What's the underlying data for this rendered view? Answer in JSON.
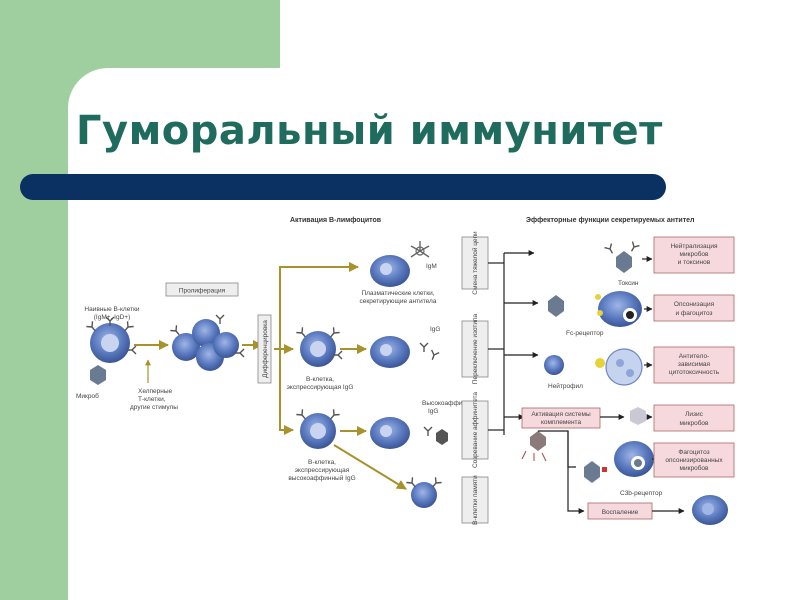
{
  "slide": {
    "title": "Гуморальный иммунитет"
  },
  "diagram": {
    "header_activation": "Активация В-лимфоцитов",
    "header_effector": "Эффекторные функции секретируемых антител",
    "proliferation": "Пролиферация",
    "differentiation": "Дифференцировка",
    "naive_b_cell": [
      "Наивные В-клетки",
      "(IgM+, IgD+)"
    ],
    "microbe": "Микроб",
    "helper_t": [
      "Хелперные",
      "Т-клетки,",
      "другие стимулы"
    ],
    "plasma_cells": [
      "Плазматические клетки,",
      "секретирующие антитела"
    ],
    "igm": "IgM",
    "igg": "IgG",
    "igg_b_cell": [
      "В-клетка,",
      "экспрессирующая IgG"
    ],
    "high_affinity_igg": [
      "Высокоаффинный",
      "IgG"
    ],
    "high_affinity_b_cell": [
      "В-клетка,",
      "экспрессирующая",
      "высокоаффинный IgG"
    ],
    "side_heavy_chain": "Смена тяжелой цепи",
    "side_isotype": "Переключение изотипа",
    "side_affinity": "Созревание аффинитета",
    "side_memory": "В-клетки памяти",
    "fc_receptor": "Fc-рецептор",
    "neutrophil": "Нейтрофил",
    "complement": [
      "Активация системы",
      "комплемента"
    ],
    "c3b_receptor": "C3b-рецептор",
    "effect_neutralization": [
      "Нейтрализация",
      "микробов",
      "и токсинов"
    ],
    "effect_opsonization": [
      "Опсонизация",
      "и фагоцитоз"
    ],
    "effect_adcc": [
      "Антитело-",
      "зависимая",
      "цитотоксичность"
    ],
    "effect_lysis": [
      "Лизис",
      "микробов"
    ],
    "effect_phagocytosis": [
      "Фагоцитоз",
      "опсонизированных",
      "микробов"
    ],
    "effect_inflammation": "Воспаление",
    "toxin": "Токсин"
  },
  "colors": {
    "green_bg": "#9fcf9e",
    "title_text": "#1f6b5e",
    "title_bar": "#0a3161",
    "cell_blue": "#4f6fb5",
    "arrow_olive": "#a8922c",
    "effect_box": "#f6d9dc"
  },
  "icons": [
    "y-antibody-icon",
    "microbe-icon",
    "cell-icon"
  ]
}
